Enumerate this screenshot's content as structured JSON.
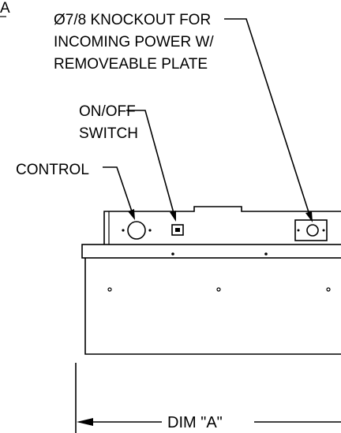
{
  "labels": {
    "corner_fragment": "A",
    "knockout_line1": "Ø7/8 KNOCKOUT FOR",
    "knockout_line2": "INCOMING POWER W/",
    "knockout_line3": "REMOVEABLE PLATE",
    "switch_line1": "ON/OFF",
    "switch_line2": "SWITCH",
    "control": "CONTROL",
    "dimension": "DIM  \"A\""
  }
}
